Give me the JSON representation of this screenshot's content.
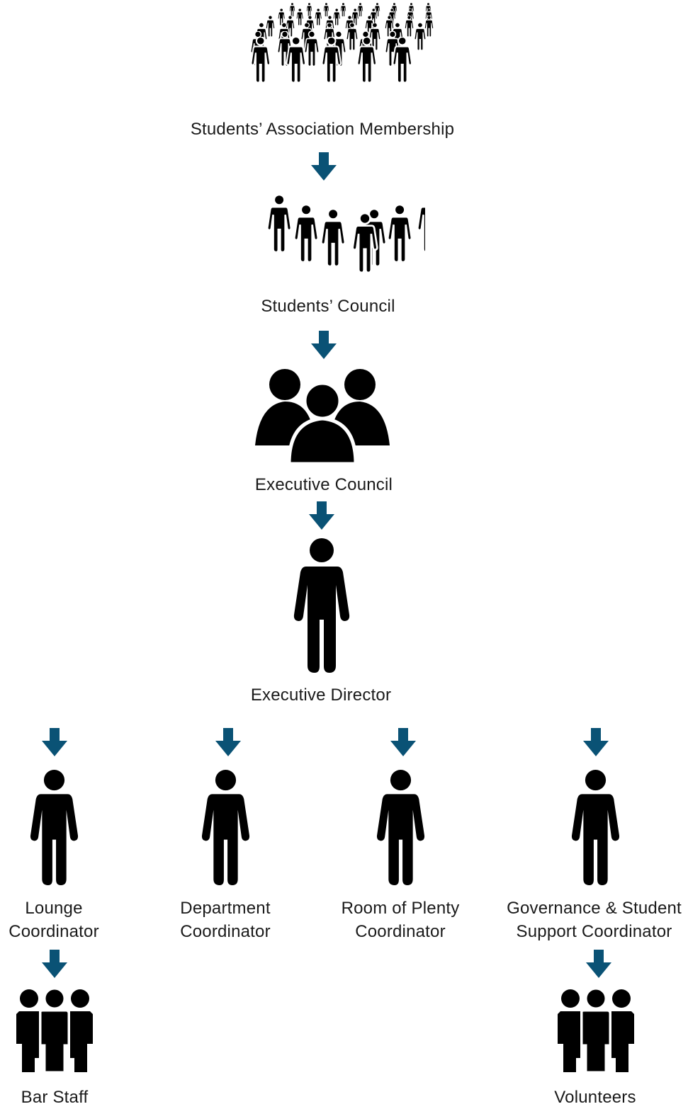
{
  "colors": {
    "arrow": "#0a5275",
    "figure": "#000000",
    "text": "#1a1a1a"
  },
  "nodes": {
    "membership": {
      "label": "Students’ Association Membership",
      "icon": "crowd-icon"
    },
    "council": {
      "label": "Students’ Council",
      "icon": "group-seven-people-icon"
    },
    "executive_council": {
      "label": "Executive Council",
      "icon": "three-people-icon"
    },
    "executive_director": {
      "label": "Executive Director",
      "icon": "person-icon"
    },
    "lounge": {
      "line1": "Lounge",
      "line2": "Coordinator",
      "icon": "person-icon"
    },
    "department": {
      "line1": "Department",
      "line2": "Coordinator",
      "icon": "person-icon"
    },
    "room_of_plenty": {
      "line1": "Room of Plenty",
      "line2": "Coordinator",
      "icon": "person-icon"
    },
    "governance": {
      "line1": "Governance & Student",
      "line2": "Support Coordinator",
      "icon": "person-icon"
    },
    "bar_staff": {
      "label": "Bar Staff",
      "icon": "team-three-people-icon"
    },
    "volunteers": {
      "label": "Volunteers",
      "icon": "team-three-people-icon"
    }
  }
}
